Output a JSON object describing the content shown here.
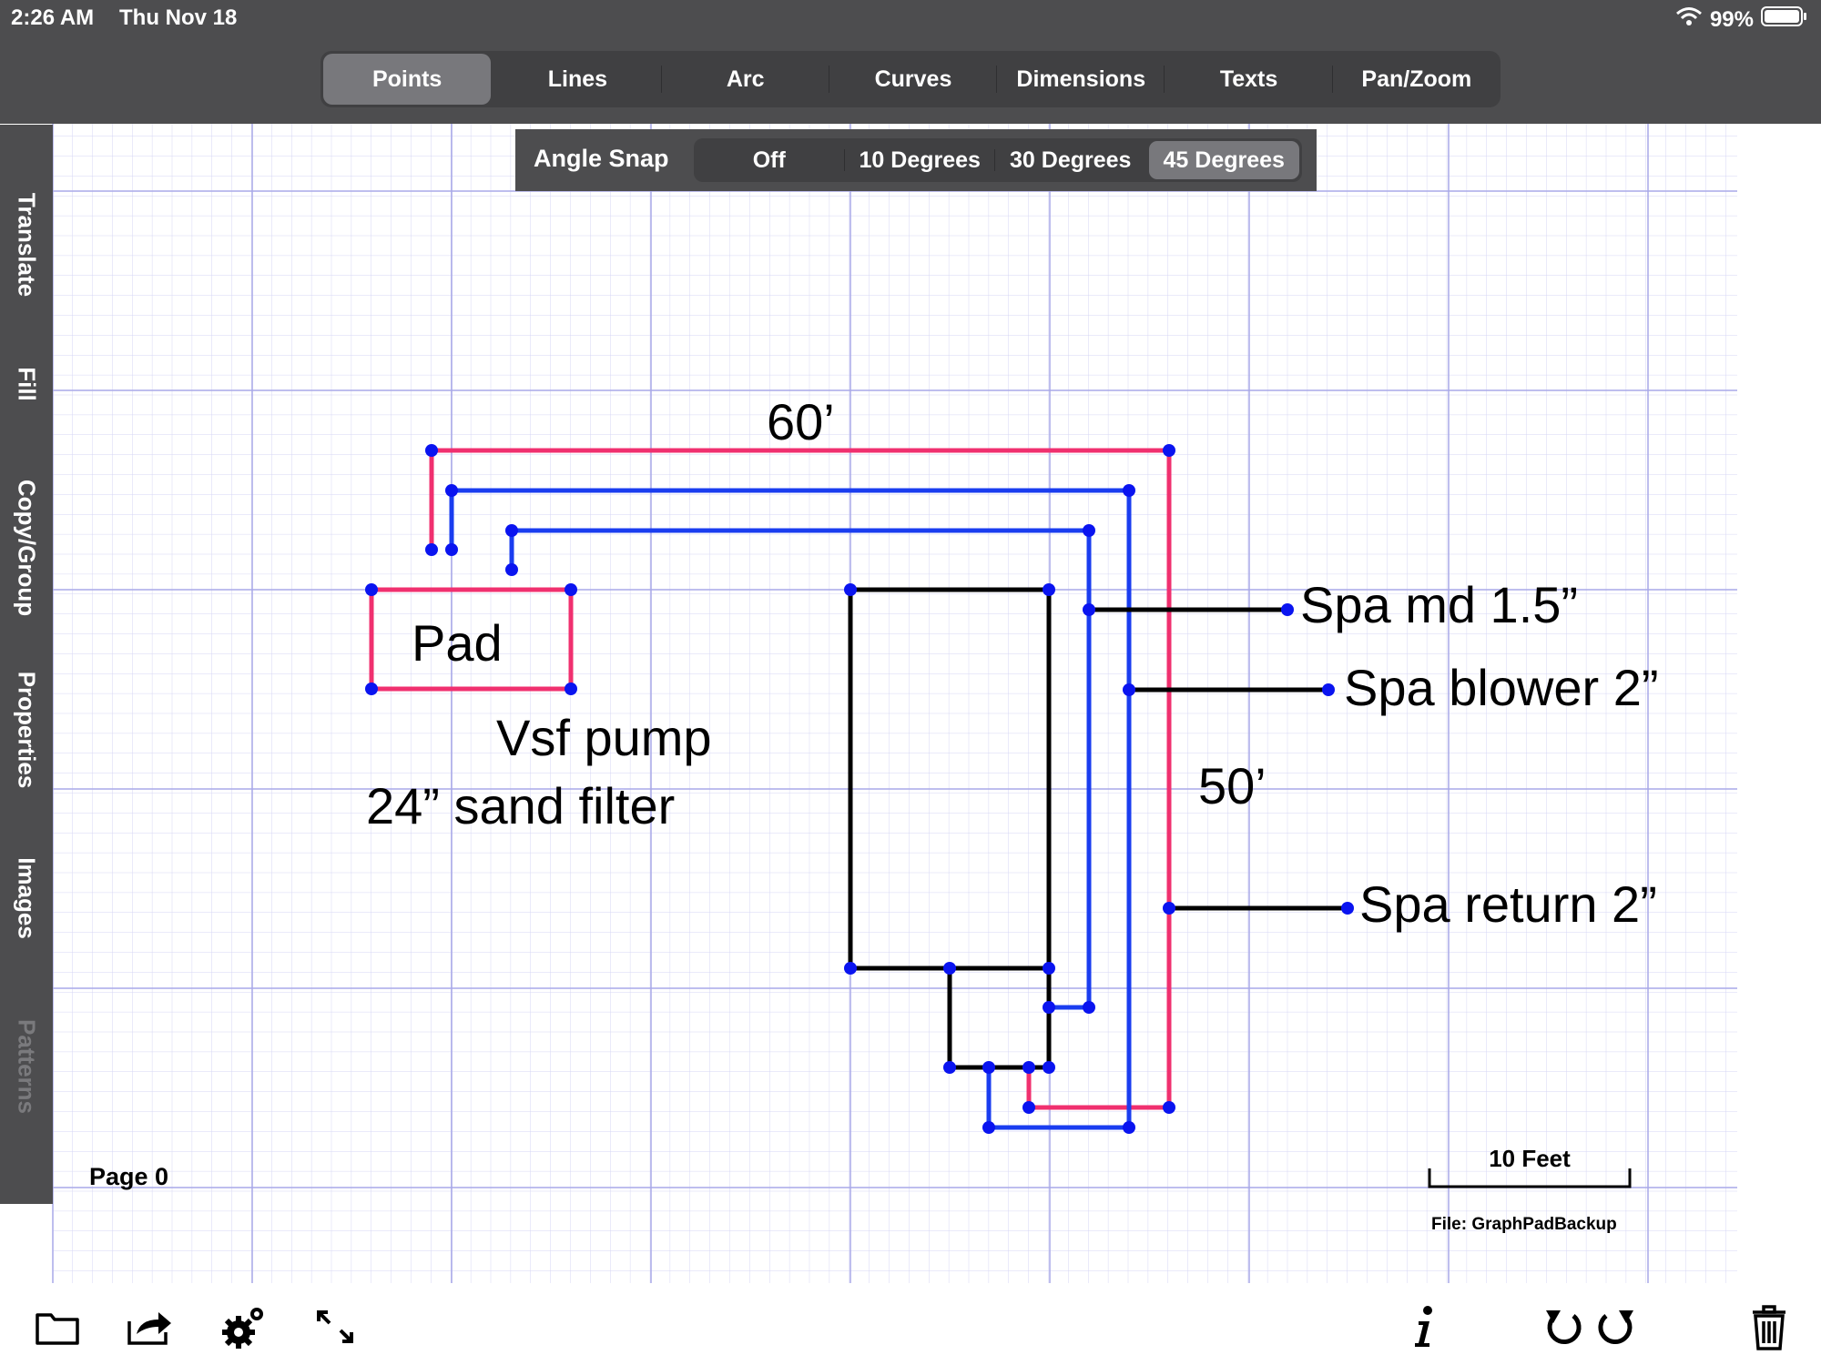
{
  "status": {
    "time": "2:26 AM",
    "date": "Thu Nov 18",
    "battery": "99%"
  },
  "toolbar": {
    "tabs": [
      "Points",
      "Lines",
      "Arc",
      "Curves",
      "Dimensions",
      "Texts",
      "Pan/Zoom"
    ],
    "active": "Points"
  },
  "sidebar": {
    "items": [
      "Translate",
      "Fill",
      "Copy/Group",
      "Properties",
      "Images",
      "Patterns"
    ]
  },
  "angle_snap": {
    "label": "Angle Snap",
    "options": [
      "Off",
      "10 Degrees",
      "30 Degrees",
      "45 Degrees"
    ],
    "selected": "45 Degrees"
  },
  "drawing": {
    "labels": {
      "pad": "Pad",
      "pump": "Vsf pump",
      "filter": "24” sand filter",
      "width": "60’",
      "height": "50’",
      "spa_md": "Spa md 1.5”",
      "spa_blower": "Spa blower 2”",
      "spa_return": "Spa return 2”"
    },
    "colors": {
      "pink": "#f0306f",
      "blue": "#1a3df0",
      "black": "#000000",
      "point": "#0a14f0",
      "grid": "#b7b7ee"
    }
  },
  "footer": {
    "page": "Page 0",
    "scale": "10 Feet",
    "file": "File: GraphPadBackup"
  },
  "bottom_icons": [
    "folder-icon",
    "share-icon",
    "settings-icon",
    "expand-icon",
    "info-icon",
    "undo-icon",
    "redo-icon",
    "trash-icon"
  ]
}
